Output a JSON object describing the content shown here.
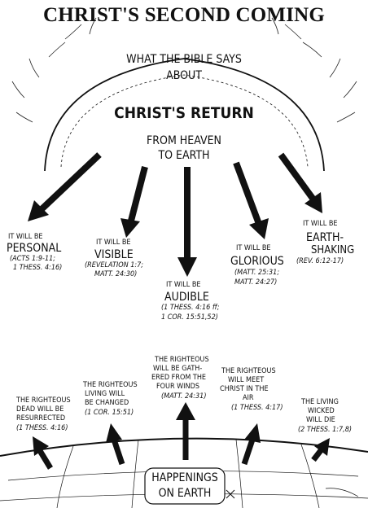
{
  "title": "CHRIST'S SECOND COMING",
  "heading": {
    "line1": "WHAT THE BIBLE SAYS",
    "line2": "ABOUT",
    "main": "CHRIST'S RETURN",
    "sub1": "FROM HEAVEN",
    "sub2": "TO EARTH"
  },
  "return_points": [
    {
      "lead": "IT WILL BE",
      "word": "PERSONAL",
      "refs": [
        "(ACTS 1:9-11;",
        "1 THESS. 4:16)"
      ]
    },
    {
      "lead": "IT WILL BE",
      "word": "VISIBLE",
      "refs": [
        "(REVELATION 1:7;",
        "MATT. 24:30)"
      ]
    },
    {
      "lead": "IT WILL BE",
      "word": "AUDIBLE",
      "refs": [
        "(1 THESS. 4:16 ff;",
        "1 COR. 15:51,52)"
      ]
    },
    {
      "lead": "IT WILL BE",
      "word": "GLORIOUS",
      "refs": [
        "(MATT. 25:31;",
        "MATT. 24:27)"
      ]
    },
    {
      "lead": "IT WILL BE",
      "word": "EARTH-",
      "word2": "SHAKING",
      "refs": [
        "(REV. 6:12-17)"
      ]
    }
  ],
  "happenings": [
    {
      "lines": [
        "THE RIGHTEOUS",
        "DEAD WILL BE",
        "RESURRECTED"
      ],
      "ref": "(1 THESS. 4:16)"
    },
    {
      "lines": [
        "THE RIGHTEOUS",
        "LIVING WILL",
        "BE CHANGED"
      ],
      "ref": "(1 COR. 15:51)"
    },
    {
      "lines": [
        "THE RIGHTEOUS",
        "WILL BE GATH-",
        "ERED FROM THE",
        "FOUR WINDS"
      ],
      "ref": "(MATT. 24:31)"
    },
    {
      "lines": [
        "THE RIGHTEOUS",
        "WILL MEET",
        "CHRIST IN THE",
        "AIR"
      ],
      "ref": "(1 THESS. 4:17)"
    },
    {
      "lines": [
        "THE LIVING",
        "WICKED",
        "WILL DIE"
      ],
      "ref": "(2 THESS. 1:7,8)"
    }
  ],
  "earth_label": {
    "line1": "HAPPENINGS",
    "line2": "ON EARTH"
  },
  "colors": {
    "ink": "#111111",
    "background": "#ffffff"
  }
}
